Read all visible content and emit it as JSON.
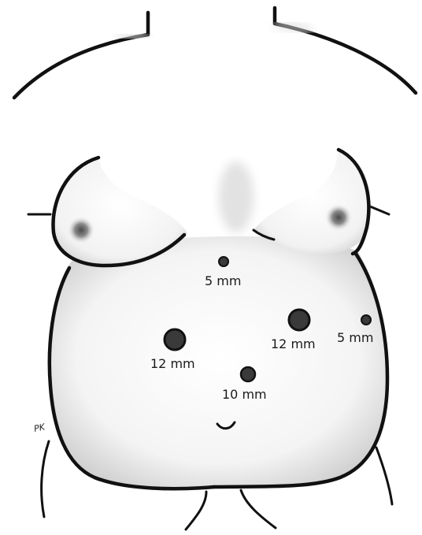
{
  "figure": {
    "signature": "PK"
  },
  "ports": [
    {
      "id": "upper-midline",
      "label": "5 mm"
    },
    {
      "id": "left-mid",
      "label": "12 mm"
    },
    {
      "id": "right-mid",
      "label": "12 mm"
    },
    {
      "id": "right-lateral",
      "label": "5 mm"
    },
    {
      "id": "lower-midline",
      "label": "10 mm"
    }
  ],
  "colors": {
    "outline": "#111111",
    "port_fill": "#3a3a3a",
    "port_stroke": "#111111",
    "skin_shade": "#d9d9d9",
    "nipple_shade": "#555555",
    "background": "#ffffff"
  }
}
